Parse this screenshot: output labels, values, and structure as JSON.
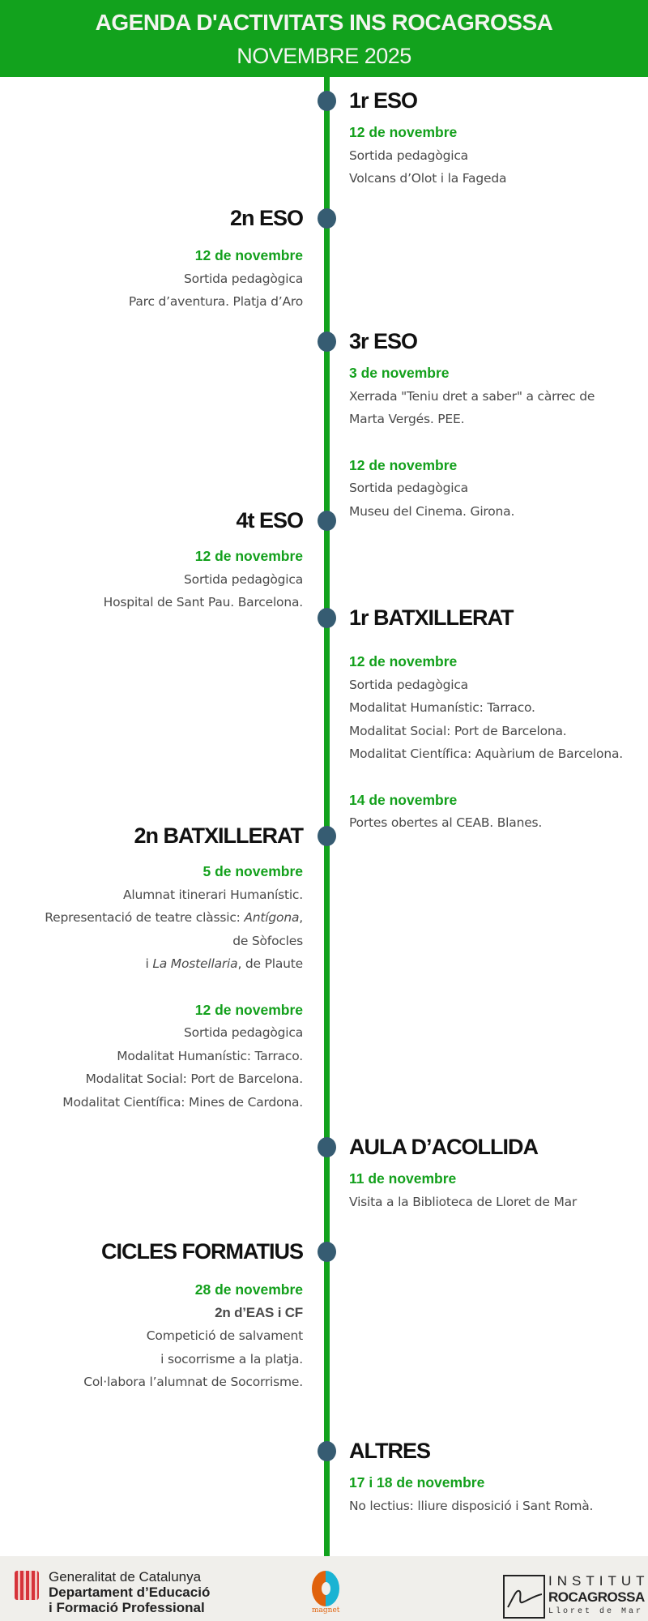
{
  "header": {
    "title": "AGENDA D'ACTIVITATS INS ROCAGROSSA",
    "subtitle": "NOVEMBRE 2025"
  },
  "colors": {
    "accent": "#12a21d",
    "dot": "#365c72",
    "footer_bg": "#f0efeb"
  },
  "sections": [
    {
      "side": "right",
      "title": "1r ESO",
      "entries": [
        {
          "date": "12 de novembre",
          "lines": [
            "Sortida pedagògica",
            "Volcans d’Olot i la Fageda"
          ]
        }
      ]
    },
    {
      "side": "left",
      "title": "2n ESO",
      "entries": [
        {
          "date": "12 de novembre",
          "lines": [
            "Sortida pedagògica",
            "Parc d’aventura. Platja d’Aro"
          ]
        }
      ]
    },
    {
      "side": "right",
      "title": "3r ESO",
      "entries": [
        {
          "date": "3 de novembre",
          "lines": [
            "Xerrada \"Teniu dret a saber\" a càrrec de",
            "Marta Vergés. PEE."
          ]
        },
        {
          "date": "12 de novembre",
          "lines": [
            "Sortida pedagògica",
            "Museu del Cinema. Girona."
          ]
        }
      ]
    },
    {
      "side": "left",
      "title": "4t ESO",
      "entries": [
        {
          "date": "12 de novembre",
          "lines": [
            "Sortida pedagògica",
            "Hospital de Sant Pau. Barcelona."
          ]
        }
      ]
    },
    {
      "side": "right",
      "title": "1r BATXILLERAT",
      "entries": [
        {
          "date": "12 de novembre",
          "lines": [
            "Sortida pedagògica",
            "Modalitat Humanístic: Tarraco.",
            "Modalitat Social: Port de Barcelona.",
            "Modalitat Científica: Aquàrium de Barcelona."
          ]
        },
        {
          "date": "14 de novembre",
          "lines": [
            "Portes obertes al CEAB. Blanes."
          ]
        }
      ]
    },
    {
      "side": "left",
      "title": "2n BATXILLERAT",
      "entries": [
        {
          "date": "5 de novembre",
          "lines": [
            "Alumnat itinerari Humanístic. ",
            {
              "parts": [
                {
                  "text": "Representació de teatre clàssic: "
                },
                {
                  "text": "Antígona",
                  "em": true
                },
                {
                  "text": ","
                }
              ]
            },
            "de Sòfocles ",
            {
              "parts": [
                {
                  "text": "i "
                },
                {
                  "text": "La Mostellaria",
                  "em": true
                },
                {
                  "text": ", de Plaute"
                }
              ]
            }
          ]
        },
        {
          "date": "12 de novembre",
          "lines": [
            "Sortida pedagògica",
            "Modalitat Humanístic: Tarraco.",
            "Modalitat Social: Port de Barcelona.",
            "Modalitat Científica: Mines de Cardona."
          ]
        }
      ]
    },
    {
      "side": "right",
      "title": "AULA D’ACOLLIDA",
      "entries": [
        {
          "date": "11 de novembre",
          "lines": [
            "Visita a la Biblioteca de Lloret de Mar"
          ]
        }
      ]
    },
    {
      "side": "left",
      "title": "CICLES FORMATIUS",
      "entries": [
        {
          "date": "28 de novembre",
          "subtitle": "2n d’EAS i CF ",
          "lines": [
            "Competició de salvament ",
            "i socorrisme a la platja.",
            "Col·labora l’alumnat de Socorrisme."
          ]
        }
      ]
    },
    {
      "side": "right",
      "title": "ALTRES",
      "entries": [
        {
          "date": "17 i 18 de novembre",
          "lines": [
            "No lectius: lliure disposició i Sant Romà."
          ]
        }
      ]
    }
  ],
  "footer": {
    "generalitat": {
      "line1": "Generalitat de Catalunya",
      "line2": "Departament d’Educació",
      "line3": "i Formació Professional"
    },
    "magnet": {
      "label": "magnet"
    },
    "institut": {
      "line1": "INSTITUT",
      "line2": "ROCAGROSSA",
      "line3": "Lloret de Mar"
    }
  }
}
